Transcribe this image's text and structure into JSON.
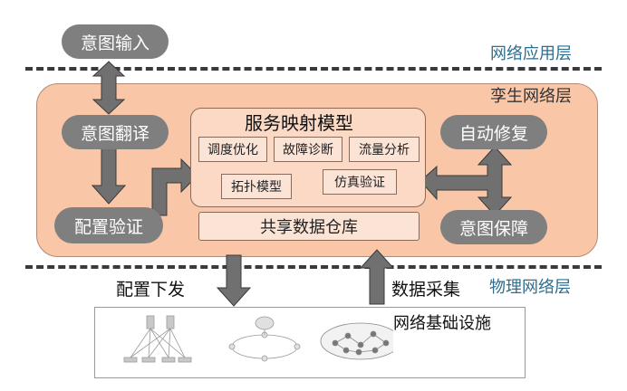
{
  "layers": {
    "application": "网络应用层",
    "twin": "孪生网络层",
    "physical": "物理网络层"
  },
  "nodes": {
    "intent_input": "意图输入",
    "intent_translation": "意图翻译",
    "config_verification": "配置验证",
    "auto_repair": "自动修复",
    "intent_assurance": "意图保障"
  },
  "model_box": {
    "title": "服务映射模型",
    "tags": [
      "调度优化",
      "故障诊断",
      "流量分析",
      "拓扑模型",
      "仿真验证"
    ]
  },
  "shared_repo": "共享数据仓库",
  "flows": {
    "config_push": "配置下发",
    "data_collection": "数据采集"
  },
  "infrastructure": "网络基础设施",
  "colors": {
    "twin_fill": "#f9c7a8",
    "node_fill": "#7f7f7f",
    "arrow": "#707070",
    "layer_text": "#2e6e8e"
  }
}
